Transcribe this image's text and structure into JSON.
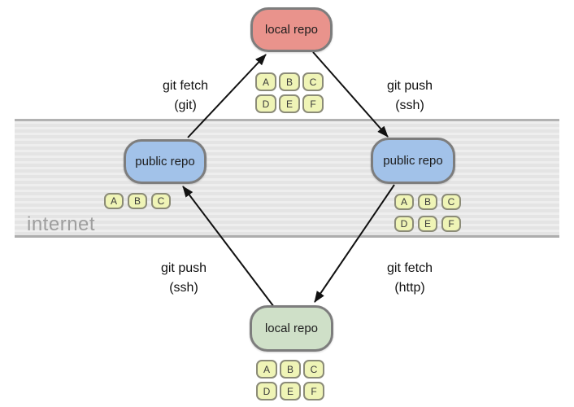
{
  "band": {
    "label": "internet"
  },
  "nodes": {
    "top_local": {
      "label": "local repo",
      "commits": [
        "A",
        "B",
        "C",
        "D",
        "E",
        "F"
      ]
    },
    "left_public": {
      "label": "public repo",
      "commits": [
        "A",
        "B",
        "C"
      ]
    },
    "right_public": {
      "label": "public repo",
      "commits": [
        "A",
        "B",
        "C",
        "D",
        "E",
        "F"
      ]
    },
    "bottom_local": {
      "label": "local repo",
      "commits": [
        "A",
        "B",
        "C",
        "D",
        "E",
        "F"
      ]
    }
  },
  "edges": {
    "fetch_git": {
      "line1": "git fetch",
      "line2": "(git)"
    },
    "push_ssh_top": {
      "line1": "git push",
      "line2": "(ssh)"
    },
    "push_ssh_bottom": {
      "line1": "git push",
      "line2": "(ssh)"
    },
    "fetch_http": {
      "line1": "git fetch",
      "line2": "(http)"
    }
  },
  "colors": {
    "local_repo_top_fill": "#e9938c",
    "public_repo_fill": "#a2c2e9",
    "local_repo_bottom_fill": "#cfe0c8",
    "commit_chip_fill": "#eff4b6",
    "commit_chip_border": "#8b8b78",
    "node_border": "#7d7d7d",
    "band_fill": "#e8e8e8",
    "band_border": "#b2b2b2",
    "band_label_text": "#9e9e9e",
    "arrow": "#111111"
  }
}
